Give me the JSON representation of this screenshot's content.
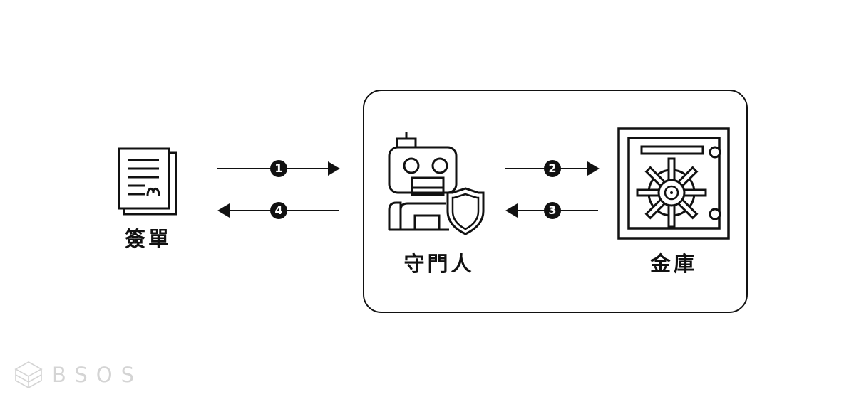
{
  "nodes": {
    "bill": {
      "label": "簽單",
      "icon": "document-icon"
    },
    "gatekeeper": {
      "label": "守門人",
      "icon": "robot-shield-icon"
    },
    "vault": {
      "label": "金庫",
      "icon": "vault-icon"
    }
  },
  "arrows": [
    {
      "step": "1",
      "from": "bill",
      "to": "gatekeeper",
      "direction": "right"
    },
    {
      "step": "2",
      "from": "gatekeeper",
      "to": "vault",
      "direction": "right"
    },
    {
      "step": "3",
      "from": "vault",
      "to": "gatekeeper",
      "direction": "left"
    },
    {
      "step": "4",
      "from": "gatekeeper",
      "to": "bill",
      "direction": "left"
    }
  ],
  "watermark": {
    "text": "BSOS",
    "color": "#d4d4d4"
  }
}
